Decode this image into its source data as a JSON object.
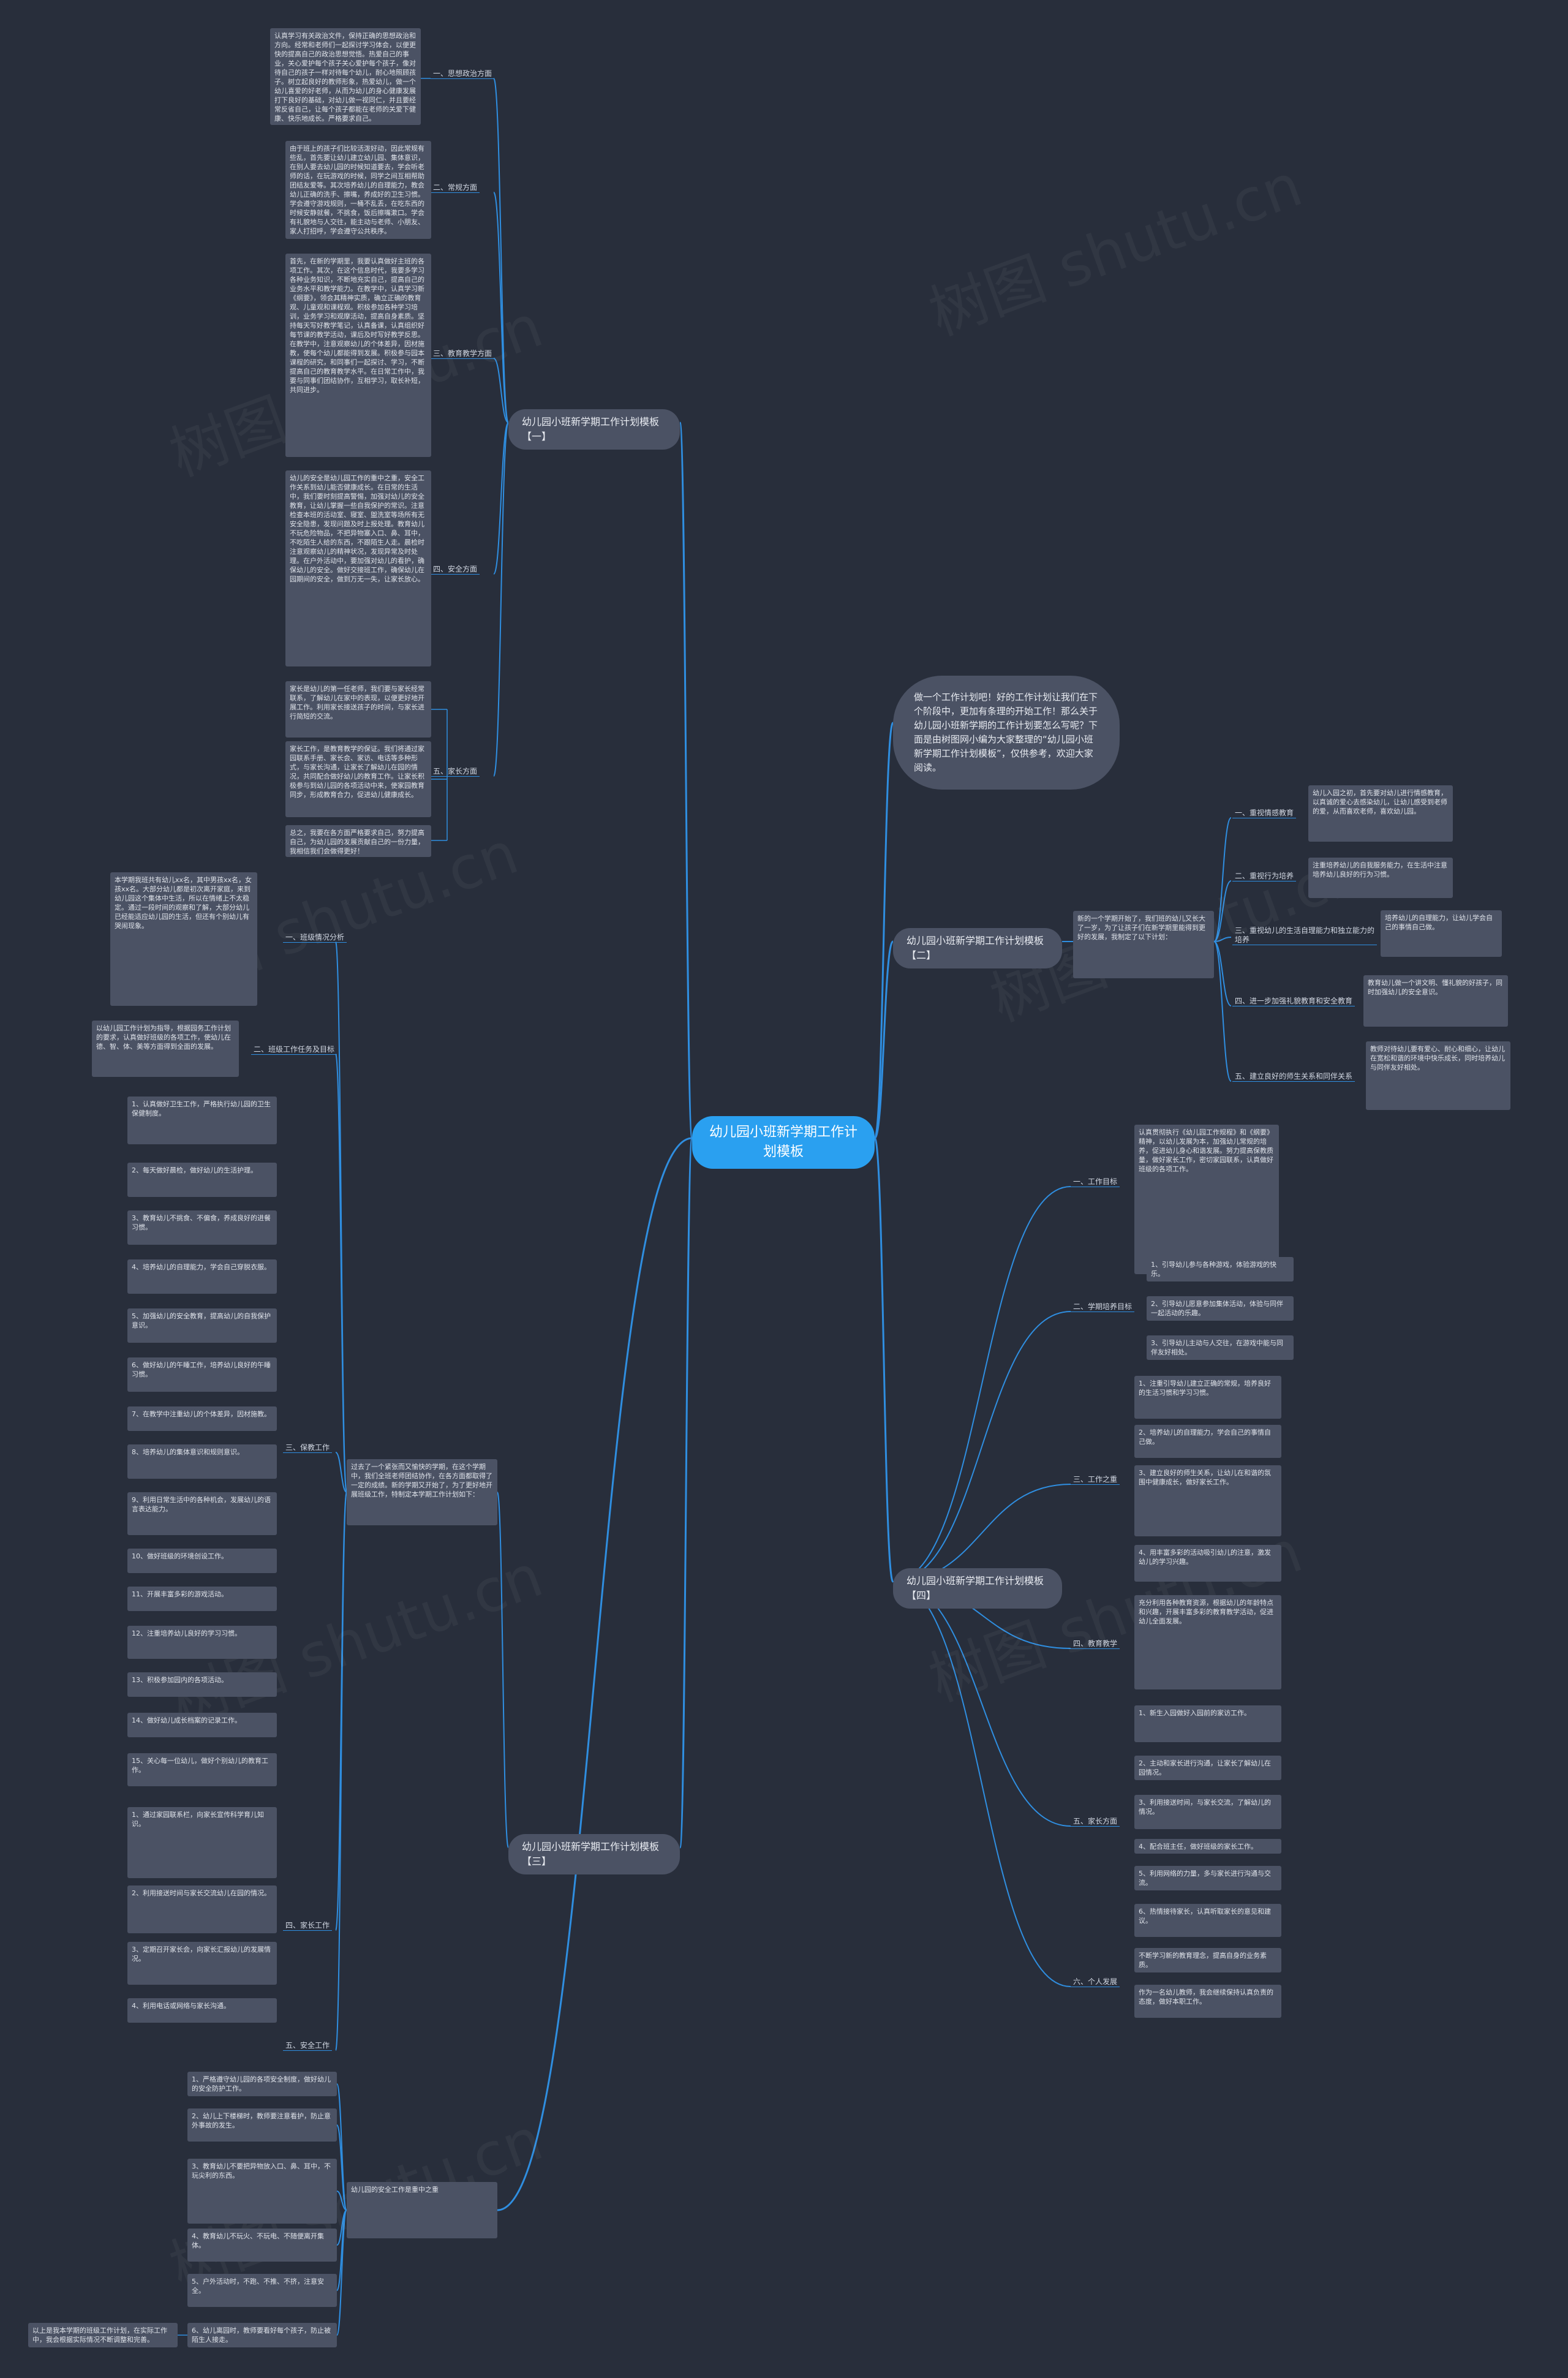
{
  "watermark": "树图 shutu.cn",
  "root": "幼儿园小班新学期工作计划模板",
  "intro": "做一个工作计划吧！好的工作计划让我们在下个阶段中，更加有条理的开始工作！那么关于幼儿园小班新学期的工作计划要怎么写呢？下面是由树图网小编为大家整理的“幼儿园小班新学期工作计划模板”，仅供参考，欢迎大家阅读。",
  "branches": [
    {
      "title": "幼儿园小班新学期工作计划模板【一】",
      "children": [
        {
          "label": "一、思想政治方面",
          "text": "认真学习有关政治文件，保持正确的思想政治和方向。经常和老师们一起探讨学习体会，以便更快的提高自己的政治思想觉悟。热爱自己的事业，关心爱护每个孩子关心爱护每个孩子，像对待自己的孩子一样对待每个幼儿，耐心地照顾孩子。树立起良好的教师形象，热爱幼儿，做一个幼儿喜爱的好老师，从而为幼儿的身心健康发展打下良好的基础，对幼儿做一视同仁，并且要经常反省自己，让每个孩子都能在老师的关爱下健康、快乐地成长。严格要求自己。"
        },
        {
          "label": "二、常规方面",
          "text": "由于班上的孩子们比较活泼好动，因此常规有些乱，首先要让幼儿建立幼儿园、集体意识，在别人要去幼儿园的时候知道要去，学会听老师的话，在玩游戏的时候，同学之间互相帮助团结友爱等。其次培养幼儿的自理能力，教会幼儿正确的洗手、擦嘴，养成好的卫生习惯。学会遵守游戏规则，一桶不乱丢，在吃东西的时候安静就餐，不挑食，饭后擦嘴漱口。学会有礼貌地与人交往，能主动与老师、小朋友、家人打招呼，学会遵守公共秩序。"
        },
        {
          "label": "三、教育教学方面",
          "text": "首先，在新的学期里，我要认真做好主班的各项工作。其次，在这个信息时代，我要多学习各种业务知识，不断地充实自己，提高自己的业务水平和教学能力。在教学中，认真学习新《纲要》，领会其精神实质，确立正确的教育观、儿童观和课程观。积极参加各种学习培训，业务学习和观摩活动，提高自身素质。坚持每天写好教学笔记，认真备课，认真组织好每节课的教学活动，课后及时写好教学反思。在教学中，注意观察幼儿的个体差异，因材施教，使每个幼儿都能得到发展。积极参与园本课程的研究，和同事们一起探讨、学习，不断提高自己的教育教学水平。在日常工作中，我要与同事们团结协作，互相学习，取长补短，共同进步。"
        },
        {
          "label": "四、安全方面",
          "text": "幼儿的安全是幼儿园工作的重中之重，安全工作关系到幼儿能否健康成长。在日常的生活中，我们要时刻提高警惕，加强对幼儿的安全教育，让幼儿掌握一些自我保护的常识。注意检查本班的活动室、寝室、盥洗室等场所有无安全隐患，发现问题及时上报处理。教育幼儿不玩危险物品，不把异物塞入口、鼻、耳中，不吃陌生人给的东西，不跟陌生人走。晨检时注意观察幼儿的精神状况，发现异常及时处理。在户外活动中，要加强对幼儿的看护，确保幼儿的安全。做好交接班工作，确保幼儿在园期间的安全，做到万无一失，让家长放心。"
        },
        {
          "label": "五、家长方面",
          "text": "家长是幼儿的第一任老师，我们要与家长经常联系，了解幼儿在家中的表现，以便更好地开展工作。利用家长接送孩子的时间，与家长进行简短的交流。"
        },
        {
          "label": "",
          "text": "家长工作，是教育教学的保证。我们将通过家园联系手册、家长会、家访、电话等多种形式，与家长沟通，让家长了解幼儿在园的情况，共同配合做好幼儿的教育工作。让家长积极参与到幼儿园的各项活动中来，使家园教育同步，形成教育合力，促进幼儿健康成长。"
        },
        {
          "label": "",
          "text": "总之，我要在各方面严格要求自己，努力提高自己，为幼儿园的发展贡献自己的一份力量，我相信我们会做得更好！"
        }
      ]
    },
    {
      "title": "幼儿园小班新学期工作计划模板【二】",
      "summary": "新的一个学期开始了，我们班的幼儿又长大了一岁，为了让孩子们在新学期里能得到更好的发展，我制定了以下计划：",
      "children": [
        {
          "label": "一、重视情感教育",
          "text": "幼儿入园之初，首先要对幼儿进行情感教育，以真诚的爱心去感染幼儿，让幼儿感受到老师的爱，从而喜欢老师，喜欢幼儿园。"
        },
        {
          "label": "二、重视行为培养",
          "text": "注重培养幼儿的自我服务能力，在生活中注意培养幼儿良好的行为习惯。"
        },
        {
          "label": "三、重视幼儿的生活自理能力和独立能力的培养",
          "text": "培养幼儿的自理能力，让幼儿学会自己的事情自己做。"
        },
        {
          "label": "四、进一步加强礼貌教育和安全教育",
          "text": "教育幼儿做一个讲文明、懂礼貌的好孩子，同时加强幼儿的安全意识。"
        },
        {
          "label": "五、建立良好的师生关系和同伴关系",
          "text": "教师对待幼儿要有爱心、耐心和细心，让幼儿在宽松和谐的环境中快乐成长，同时培养幼儿与同伴友好相处。"
        }
      ]
    },
    {
      "title": "幼儿园小班新学期工作计划模板【四】",
      "children": [
        {
          "label": "一、工作目标",
          "items": [
            "认真贯彻执行《幼儿园工作规程》和《纲要》精神，以幼儿发展为本，加强幼儿常规的培养，促进幼儿身心和谐发展。努力提高保教质量，做好家长工作，密切家园联系，认真做好班级的各项工作。"
          ]
        },
        {
          "label": "二、学期培养目标",
          "items": [
            "1、引导幼儿参与各种游戏，体验游戏的快乐。",
            "2、引导幼儿愿意参加集体活动，体验与同伴一起活动的乐趣。",
            "3、引导幼儿主动与人交往，在游戏中能与同伴友好相处。"
          ]
        },
        {
          "label": "三、工作之重",
          "items": [
            "1、注重引导幼儿建立正确的常规，培养良好的生活习惯和学习习惯。",
            "2、培养幼儿的自理能力，学会自己的事情自己做。",
            "3、建立良好的师生关系，让幼儿在和谐的氛围中健康成长，做好家长工作。",
            "4、用丰富多彩的活动吸引幼儿的注意，激发幼儿的学习兴趣。"
          ]
        },
        {
          "label": "四、教育教学",
          "items": [
            "充分利用各种教育资源，根据幼儿的年龄特点和兴趣，开展丰富多彩的教育教学活动，促进幼儿全面发展。"
          ]
        },
        {
          "label": "五、家长方面",
          "items": [
            "1、新生入园做好入园前的家访工作。",
            "2、主动和家长进行沟通，让家长了解幼儿在园情况。",
            "3、利用接送时间，与家长交流，了解幼儿的情况。",
            "4、配合班主任，做好班级的家长工作。",
            "5、利用网络的力量，多与家长进行沟通与交流。",
            "6、热情接待家长，认真听取家长的意见和建议。"
          ]
        },
        {
          "label": "六、个人发展",
          "items": [
            "不断学习新的教育理念，提高自身的业务素质。",
            "作为一名幼儿教师，我会继续保持认真负责的态度，做好本职工作。"
          ]
        }
      ]
    },
    {
      "title": "幼儿园小班新学期工作计划模板【三】",
      "summary": "过去了一个紧张而又愉快的学期，在这个学期中，我们全班老师团结协作，在各方面都取得了一定的成绩。新的学期又开始了，为了更好地开展班级工作，特制定本学期工作计划如下：",
      "children": [
        {
          "label": "一、班级情况分析",
          "items": [
            "本学期我班共有幼儿xx名，其中男孩xx名，女孩xx名。大部分幼儿都是初次离开家庭，来到幼儿园这个集体中生活，所以在情绪上不太稳定。通过一段时间的观察和了解，大部分幼儿已经能适应幼儿园的生活，但还有个别幼儿有哭闹现象。"
          ]
        },
        {
          "label": "二、班级工作任务及目标",
          "items": [
            "以幼儿园工作计划为指导，根据园务工作计划的要求，认真做好班级的各项工作，使幼儿在德、智、体、美等方面得到全面的发展。"
          ]
        },
        {
          "label": "三、保教工作",
          "items": [
            "1、认真做好卫生工作，严格执行幼儿园的卫生保健制度。",
            "2、每天做好晨检，做好幼儿的生活护理。",
            "3、教育幼儿不挑食、不偏食，养成良好的进餐习惯。",
            "4、培养幼儿的自理能力，学会自己穿脱衣服。",
            "5、加强幼儿的安全教育，提高幼儿的自我保护意识。",
            "6、做好幼儿的午睡工作，培养幼儿良好的午睡习惯。",
            "7、在教学中注重幼儿的个体差异，因材施教。",
            "8、培养幼儿的集体意识和规则意识。",
            "9、利用日常生活中的各种机会，发展幼儿的语言表达能力。",
            "10、做好班级的环境创设工作。",
            "11、开展丰富多彩的游戏活动。",
            "12、注重培养幼儿良好的学习习惯。",
            "13、积极参加园内的各项活动。",
            "14、做好幼儿成长档案的记录工作。",
            "15、关心每一位幼儿，做好个别幼儿的教育工作。"
          ]
        },
        {
          "label": "四、家长工作",
          "items": [
            "1、通过家园联系栏，向家长宣传科学育儿知识。",
            "2、利用接送时间与家长交流幼儿在园的情况。",
            "3、定期召开家长会，向家长汇报幼儿的发展情况。",
            "4、利用电话或网络与家长沟通。"
          ]
        },
        {
          "label": "五、安全工作",
          "items": []
        }
      ]
    },
    {
      "title": "幼儿园的安全工作是重中之重",
      "items": [
        "1、严格遵守幼儿园的各项安全制度，做好幼儿的安全防护工作。",
        "2、幼儿上下楼梯时，教师要注意看护，防止意外事故的发生。",
        "3、教育幼儿不要把异物放入口、鼻、耳中，不玩尖利的东西。",
        "4、教育幼儿不玩火、不玩电、不随便离开集体。",
        "5、户外活动时，不跑、不推、不挤，注意安全。",
        "6、幼儿离园时，教师要看好每个孩子，防止被陌生人接走。"
      ],
      "footer": "以上是我本学期的班级工作计划，在实际工作中，我会根据实际情况不断调整和完善。"
    }
  ]
}
